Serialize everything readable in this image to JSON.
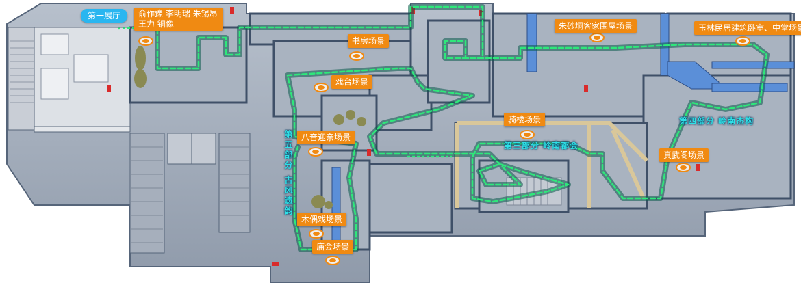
{
  "start_label": "第一展厅",
  "scenes": {
    "bronze_statues": "俞作豫 李明瑞 朱锡昂 王力 铜像",
    "study": "书房场景",
    "stage": "戏台场景",
    "wedding": "八音迎亲场景",
    "puppet": "木偶戏场景",
    "temple_fair": "庙会场景",
    "arcade": "骑楼场景",
    "hakka": "朱砂垌客家围屋场景",
    "yulin": "玉林民居建筑卧室、中堂场景",
    "zhenwu": "真武阁场景"
  },
  "sections": {
    "part3": "第三部分 岭南都会",
    "part4": "第四部分 岭南杰构",
    "part5": "第五部分 古风遗韵"
  },
  "colors": {
    "label_bg": "#f08a12",
    "start_bg": "#29b6f0",
    "route": "#2ee87a",
    "section_text": "#2ee0e6",
    "floor": "#9aa5b4",
    "wall": "#4c6077",
    "accent_wall": "#5b8fd8",
    "red_door": "#d92b2b"
  },
  "icons": [
    "target-marker-icon",
    "route-arrow-icon",
    "red-door-icon"
  ]
}
